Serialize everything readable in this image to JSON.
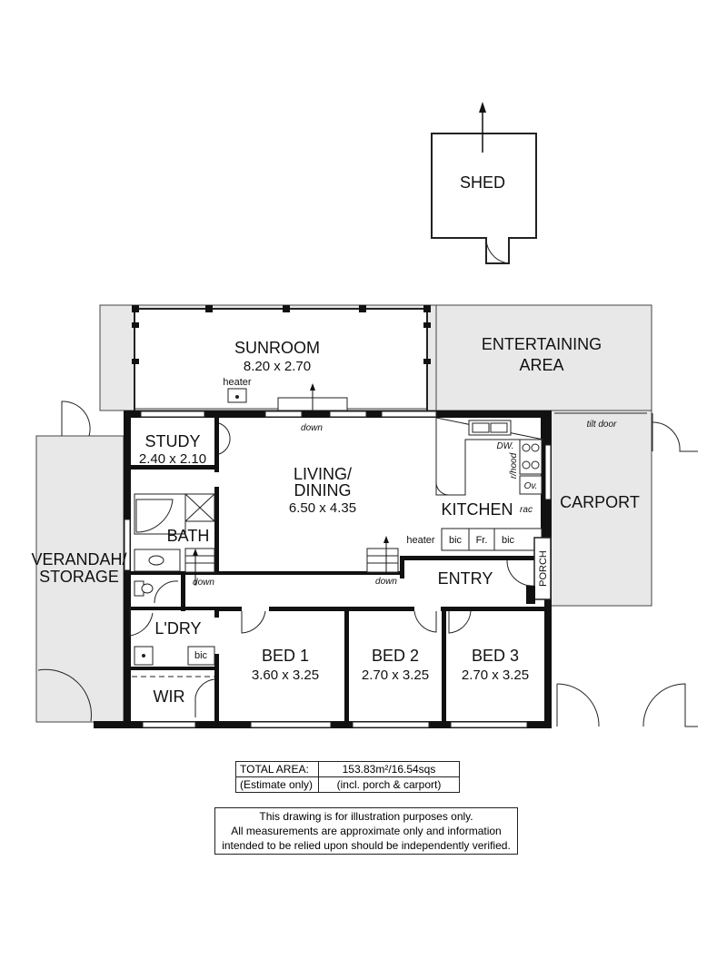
{
  "rooms": {
    "shed": "SHED",
    "sunroom": "SUNROOM",
    "sunroom_dim": "8.20 x 2.70",
    "entertaining_1": "ENTERTAINING",
    "entertaining_2": "AREA",
    "study": "STUDY",
    "study_dim": "2.40 x 2.10",
    "living_1": "LIVING/",
    "living_2": "DINING",
    "living_dim": "6.50 x 4.35",
    "kitchen": "KITCHEN",
    "carport": "CARPORT",
    "verandah_1": "VERANDAH/",
    "verandah_2": "STORAGE",
    "bath": "BATH",
    "laundry": "L'DRY",
    "entry": "ENTRY",
    "porch": "PORCH",
    "bed1": "BED 1",
    "bed1_dim": "3.60 x 3.25",
    "bed2": "BED 2",
    "bed2_dim": "2.70 x 3.25",
    "bed3": "BED 3",
    "bed3_dim": "2.70 x 3.25",
    "wir": "WIR"
  },
  "fixtures": {
    "heater": "heater",
    "heater2": "heater",
    "down": "down",
    "down2": "down",
    "down3": "down",
    "tilt_door": "tilt door",
    "dw": "DW.",
    "rhood": "r/hood",
    "ov": "Ov.",
    "rac": "rac",
    "bic": "bic",
    "fr": "Fr.",
    "bic2": "bic",
    "bic_laundry": "bic"
  },
  "area": {
    "label_1": "TOTAL AREA:",
    "value_1": "153.83m²/16.54sqs",
    "label_2": "(Estimate only)",
    "value_2": "(incl. porch & carport)"
  },
  "disclaimer": {
    "line_1": "This drawing is for illustration purposes only.",
    "line_2": "All measurements are approximate only and information",
    "line_3": "intended to be relied upon should be independently verified."
  }
}
